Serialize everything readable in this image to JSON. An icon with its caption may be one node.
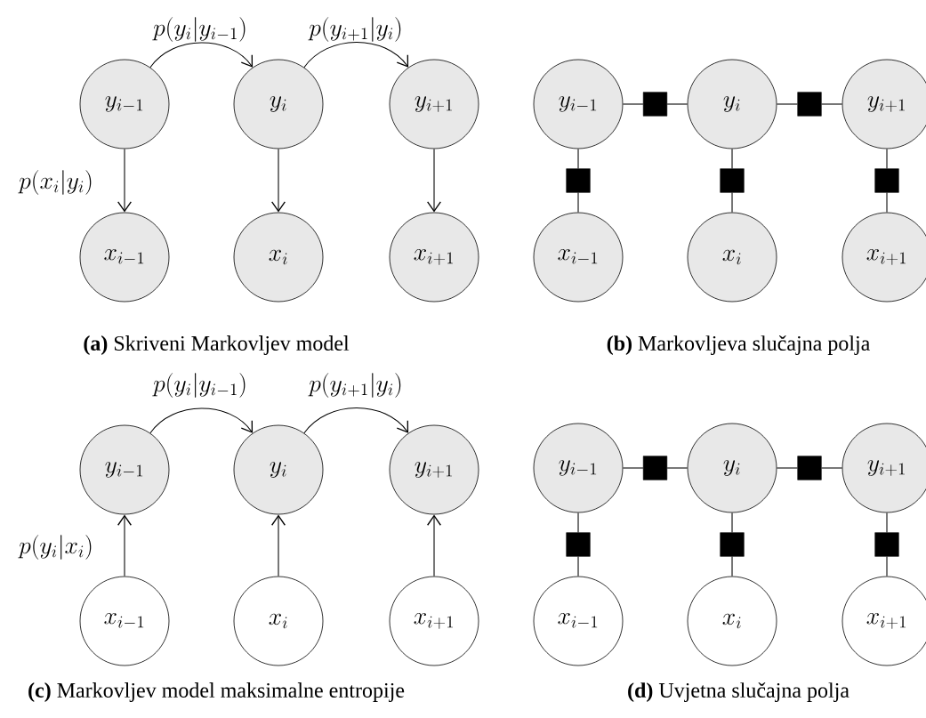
{
  "diagram": {
    "nodes": [
      {
        "text": [
          "y_{i-1}"
        ]
      },
      {
        "text": [
          "y_i"
        ]
      },
      {
        "text": [
          "y_{i+1}"
        ]
      },
      {
        "text": [
          "x_{i-1}"
        ]
      },
      {
        "text": [
          "x_i"
        ]
      },
      {
        "text": [
          "x_{i+1}"
        ]
      },
      {
        "text": [
          "y_{i-1}"
        ]
      },
      {
        "text": [
          "y_i"
        ]
      },
      {
        "text": [
          "y_{i+1}"
        ]
      },
      {
        "text": [
          "x_{i-1}"
        ]
      },
      {
        "text": [
          "x_i"
        ]
      },
      {
        "text": [
          "x_{i+1}"
        ]
      },
      {
        "text": [],
        "shape": "box"
      },
      {
        "text": [],
        "shape": "box"
      },
      {
        "text": [],
        "shape": "box"
      },
      {
        "text": [],
        "shape": "box"
      },
      {
        "text": [],
        "shape": "box"
      },
      {
        "text": [
          "y_{i-1}"
        ]
      },
      {
        "text": [
          "y_i"
        ]
      },
      {
        "text": [
          "y_{i+1}"
        ]
      },
      {
        "text": [
          "x_{i-1}"
        ]
      },
      {
        "text": [
          "x_i"
        ]
      },
      {
        "text": [
          "x_{i+1}"
        ]
      },
      {
        "text": [
          "y_{i-1}"
        ]
      },
      {
        "text": [
          "y_i"
        ]
      },
      {
        "text": [
          "y_{i+1}"
        ]
      },
      {
        "text": [
          "x_{i-1}"
        ]
      },
      {
        "text": [
          "x_i"
        ]
      },
      {
        "text": [
          "x_{i+1}"
        ]
      },
      {
        "text": [],
        "shape": "box"
      },
      {
        "text": [],
        "shape": "box"
      },
      {
        "text": [],
        "shape": "box"
      },
      {
        "text": [],
        "shape": "box"
      },
      {
        "text": [],
        "shape": "box"
      }
    ],
    "edges": [
      {
        "from": 0,
        "to": 1,
        "arrow": "to",
        "label": "p(y_i|y_{i-1})"
      },
      {
        "from": 1,
        "to": 2,
        "arrow": "to",
        "label": "p(y_{i+1}|y_i)"
      },
      {
        "from": 0,
        "to": 3,
        "arrow": "to",
        "label": "p(x_i|y_i)"
      },
      {
        "from": 1,
        "to": 4,
        "arrow": "to"
      },
      {
        "from": 2,
        "to": 5,
        "arrow": "to"
      },
      {
        "from": 6,
        "to": 12,
        "arrow": "none"
      },
      {
        "from": 12,
        "to": 7,
        "arrow": "none"
      },
      {
        "from": 7,
        "to": 13,
        "arrow": "none"
      },
      {
        "from": 13,
        "to": 8,
        "arrow": "none"
      },
      {
        "from": 6,
        "to": 14,
        "arrow": "none"
      },
      {
        "from": 14,
        "to": 9,
        "arrow": "none"
      },
      {
        "from": 7,
        "to": 15,
        "arrow": "none"
      },
      {
        "from": 15,
        "to": 10,
        "arrow": "none"
      },
      {
        "from": 8,
        "to": 16,
        "arrow": "none"
      },
      {
        "from": 16,
        "to": 11,
        "arrow": "none"
      },
      {
        "from": 17,
        "to": 18,
        "arrow": "to",
        "label": "p(y_i|y_{i-1})"
      },
      {
        "from": 18,
        "to": 19,
        "arrow": "to",
        "label": "p(y_{i+1}|y_i)"
      },
      {
        "from": 20,
        "to": 17,
        "arrow": "to",
        "label": "p(y_i|x_i)"
      },
      {
        "from": 21,
        "to": 18,
        "arrow": "to"
      },
      {
        "from": 22,
        "to": 19,
        "arrow": "to"
      },
      {
        "from": 23,
        "to": 29,
        "arrow": "none"
      },
      {
        "from": 29,
        "to": 24,
        "arrow": "none"
      },
      {
        "from": 24,
        "to": 30,
        "arrow": "none"
      },
      {
        "from": 30,
        "to": 25,
        "arrow": "none"
      },
      {
        "from": 23,
        "to": 31,
        "arrow": "none"
      },
      {
        "from": 31,
        "to": 26,
        "arrow": "none"
      },
      {
        "from": 24,
        "to": 32,
        "arrow": "none"
      },
      {
        "from": 32,
        "to": 27,
        "arrow": "none"
      },
      {
        "from": 25,
        "to": 33,
        "arrow": "none"
      },
      {
        "from": 33,
        "to": 28,
        "arrow": "none"
      }
    ],
    "labels": [
      "**(a)** Skriveni Markovljev model",
      "**(b)** Markovljeva slučajna polja",
      "**(c)** Markovljev model maksimalne entropije",
      "**(d)** Uvjetna slučajna polja"
    ]
  }
}
